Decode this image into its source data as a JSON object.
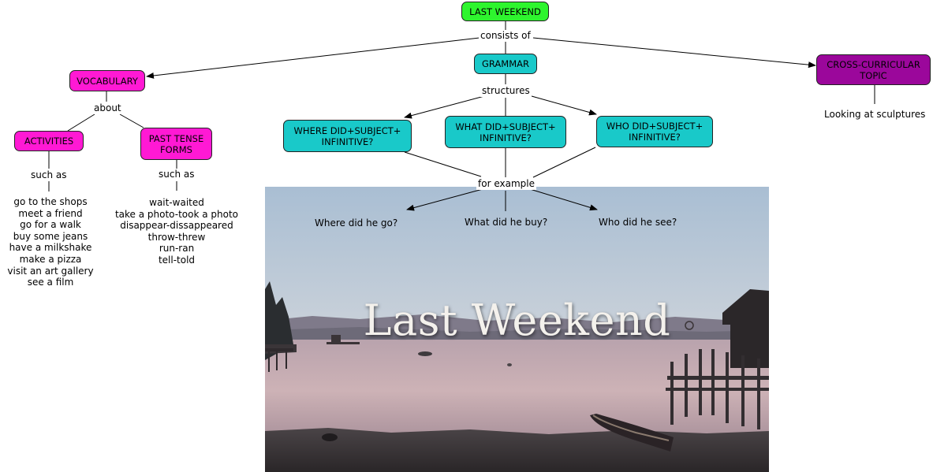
{
  "root": {
    "label": "LAST WEEKEND"
  },
  "links": {
    "consists_of": "consists of",
    "about": "about",
    "structures": "structures",
    "activities_such_as": "such as",
    "past_such_as": "such as",
    "for_example": "for example"
  },
  "nodes": {
    "vocabulary": "VOCABULARY",
    "grammar": "GRAMMAR",
    "cross_curricular": "CROSS-CURRICULAR TOPIC",
    "activities": "ACTIVITIES",
    "past_tense": "PAST TENSE FORMS",
    "where_did": "WHERE DID+SUBJECT+ INFINITIVE?",
    "what_did": "WHAT DID+SUBJECT+ INFINITIVE?",
    "who_did": "WHO DID+SUBJECT+ INFINITIVE?"
  },
  "cross_curricular_detail": "Looking at sculptures",
  "activities_list": [
    "go to the shops",
    "meet a friend",
    "go for a walk",
    "buy some jeans",
    "have a milkshake",
    "make a pizza",
    "visit an art gallery",
    "see a film"
  ],
  "past_tense_list": [
    "wait-waited",
    "take a photo-took a photo",
    "disappear-dissappeared",
    "throw-threw",
    "run-ran",
    "tell-told"
  ],
  "examples": {
    "where": "Where did he go?",
    "what": "What did he buy?",
    "who": "Who did he see?"
  },
  "photo": {
    "title": "Last Weekend"
  },
  "colors": {
    "root": "#2ef52e",
    "vocabulary": "#ff19d4",
    "grammar": "#19c9c9",
    "cross_curricular": "#9b079b"
  }
}
